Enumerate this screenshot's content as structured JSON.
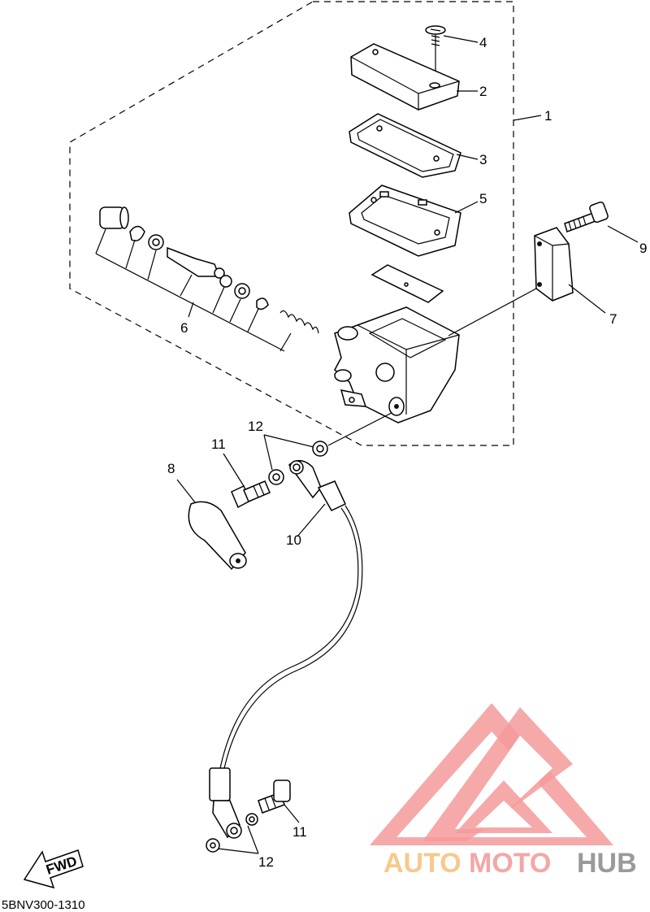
{
  "diagram_code": "5BNV300-1310",
  "fwd_label": "FWD",
  "callouts": [
    {
      "id": "c1",
      "label": "1"
    },
    {
      "id": "c2",
      "label": "2"
    },
    {
      "id": "c3",
      "label": "3"
    },
    {
      "id": "c4",
      "label": "4"
    },
    {
      "id": "c5",
      "label": "5"
    },
    {
      "id": "c6",
      "label": "6"
    },
    {
      "id": "c7",
      "label": "7"
    },
    {
      "id": "c8",
      "label": "8"
    },
    {
      "id": "c9",
      "label": "9"
    },
    {
      "id": "c10",
      "label": "10"
    },
    {
      "id": "c11a",
      "label": "11"
    },
    {
      "id": "c11b",
      "label": "11"
    },
    {
      "id": "c12a",
      "label": "12"
    },
    {
      "id": "c12b",
      "label": "12"
    }
  ],
  "watermark": {
    "part1": "AUTO",
    "part2": "MOTO",
    "part3": "HUB",
    "colors": {
      "part1": "#f7c98a",
      "part2": "#f4a6a6",
      "part3": "#9a9a9a",
      "logo": "#f49a9a"
    }
  }
}
